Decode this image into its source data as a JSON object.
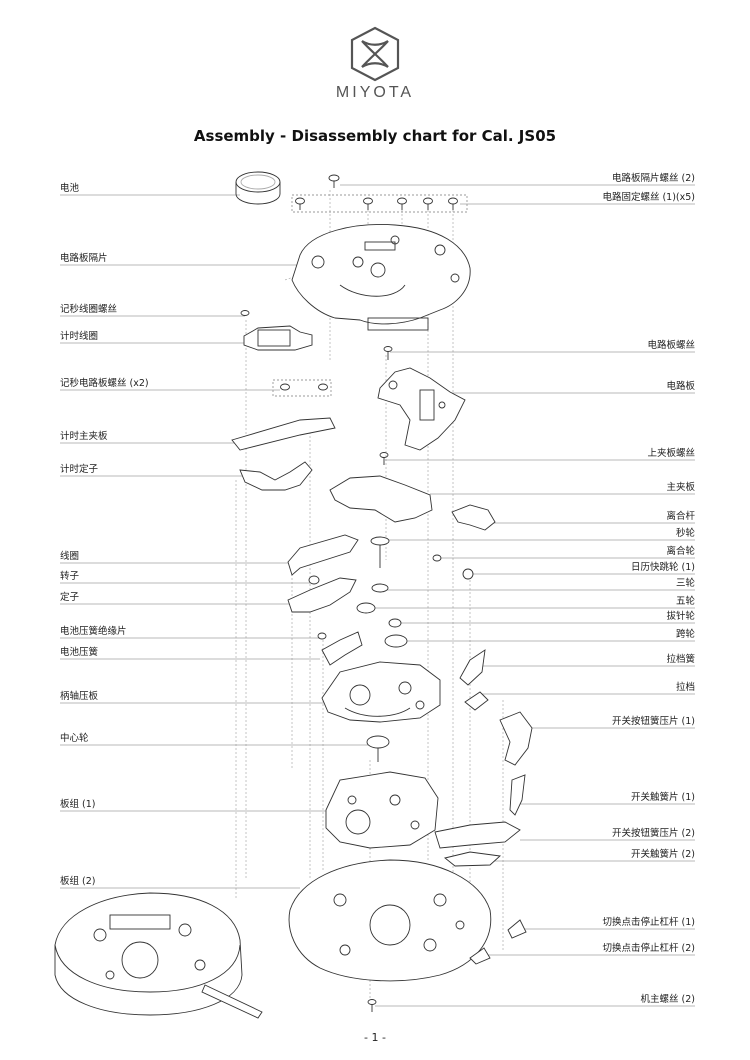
{
  "header": {
    "brand": "MIYOTA",
    "title": "Assembly - Disassembly chart for Cal. JS05"
  },
  "parts_left": [
    "电池",
    "电路板隔片",
    "记秒线圈螺丝",
    "计时线圈",
    "记秒电路板螺丝 (x2)",
    "计时主夹板",
    "计时定子",
    "线圈",
    "转子",
    "定子",
    "电池压簧绝缘片",
    "电池压簧",
    "柄轴压板",
    "中心轮",
    "板组 (1)",
    "板组 (2)"
  ],
  "parts_right": [
    "电路板隔片螺丝 (2)",
    "电路固定螺丝 (1)(x5)",
    "电路板螺丝",
    "电路板",
    "上夹板螺丝",
    "主夹板",
    "离合杆",
    "秒轮",
    "离合轮",
    "日历快跳轮 (1)",
    "三轮",
    "五轮",
    "拔针轮",
    "跨轮",
    "拉档簧",
    "拉档",
    "开关按钮簧压片 (1)",
    "开关触簧片 (1)",
    "开关按钮簧压片 (2)",
    "开关触簧片 (2)",
    "切换点击停止杠杆 (1)",
    "切换点击停止杠杆 (2)",
    "机主螺丝 (2)"
  ],
  "footer": {
    "page": "- 1 -"
  }
}
